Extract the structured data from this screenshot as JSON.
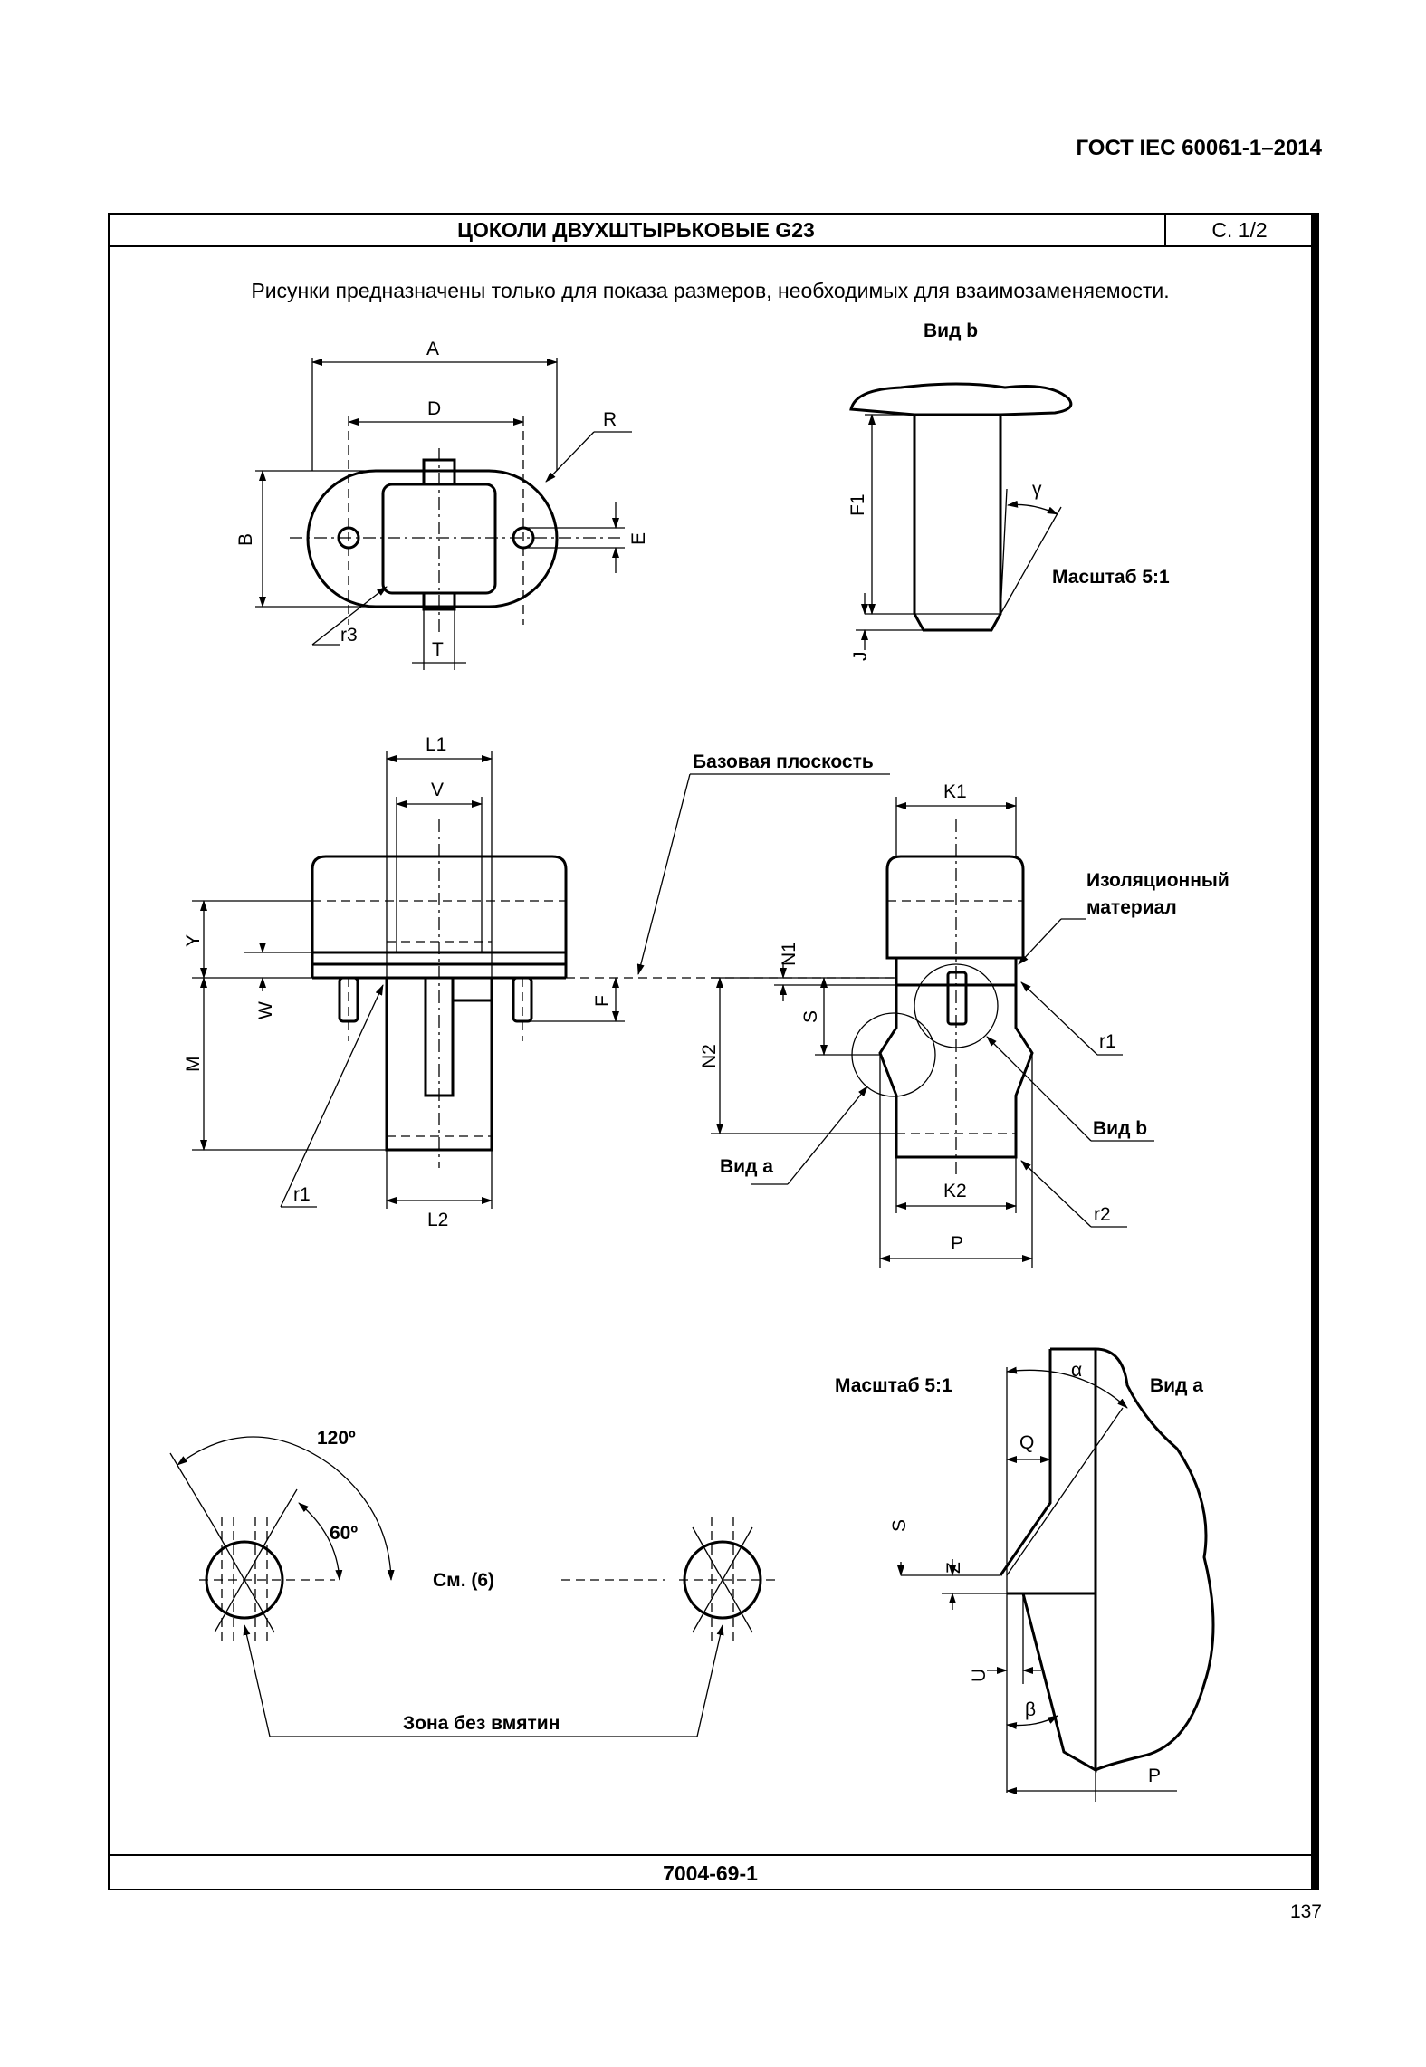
{
  "header": {
    "standard": "ГОСТ IEC 60061-1–2014"
  },
  "sheet": {
    "title": "ЦОКОЛИ ДВУХШТЫРЬКОВЫЕ G23",
    "page": "С. 1/2",
    "notice": "Рисунки предназначены только для показа размеров, необходимых для взаимозаменяемости.",
    "code": "7004-69-1"
  },
  "labels": {
    "view_b": "Вид b",
    "view_a": "Вид а",
    "scale": "Масштаб 5:1",
    "reference_plane": "Базовая плоскость",
    "insulating_line1": "Изоляционный",
    "insulating_line2": "материал",
    "see_note": "См. (6)",
    "no_dent_zone": "Зона без вмятин",
    "angle_120": "120º",
    "angle_60": "60º"
  },
  "dimensions": {
    "A": "A",
    "D": "D",
    "R": "R",
    "B": "B",
    "E": "E",
    "r3": "r3",
    "T": "T",
    "F1": "F1",
    "J": "J",
    "gamma": "γ",
    "L1": "L1",
    "V": "V",
    "Y": "Y",
    "W": "W",
    "M": "M",
    "F": "F",
    "r1": "r1",
    "L2": "L2",
    "N1": "N1",
    "N2": "N2",
    "S": "S",
    "K1": "K1",
    "K2": "K2",
    "r2": "r2",
    "P": "P",
    "alpha": "α",
    "Q": "Q",
    "Z": "Z",
    "U": "U",
    "beta": "β"
  },
  "page_number": "137"
}
